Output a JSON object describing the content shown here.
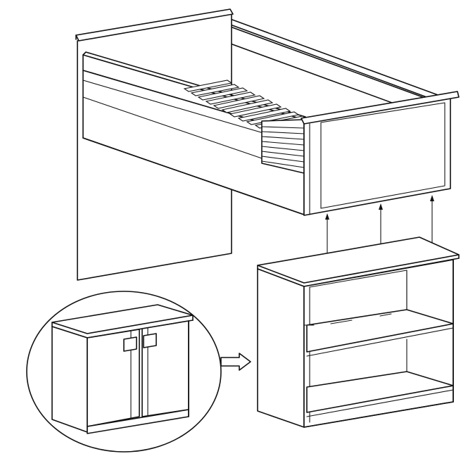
{
  "figure": {
    "type": "assembly-instruction",
    "components": [
      {
        "id": "loft-bed",
        "label": ""
      },
      {
        "id": "open-shelf-unit",
        "label": ""
      },
      {
        "id": "two-door-cabinet-detail",
        "label": ""
      }
    ],
    "assembly_arrows": 3,
    "detail_callout": "circle",
    "line_color": "#111111",
    "background_color": "#ffffff"
  }
}
